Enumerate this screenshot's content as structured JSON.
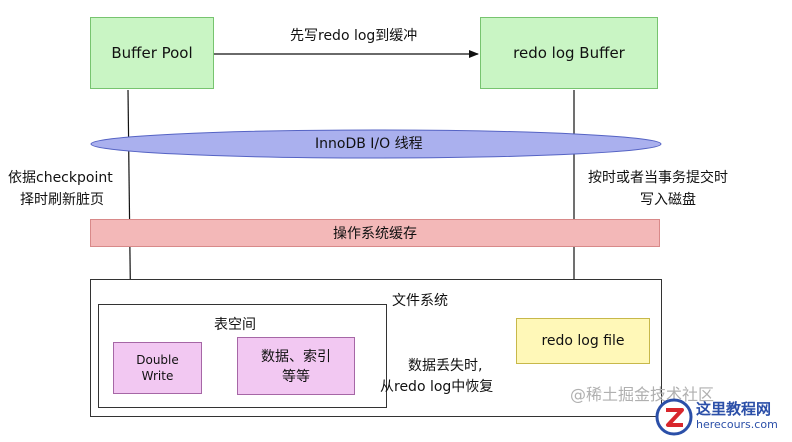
{
  "nodes": {
    "buffer_pool": "Buffer Pool",
    "redo_log_buffer": "redo log Buffer",
    "innodb_io": "InnoDB I/O 线程",
    "os_cache": "操作系统缓存",
    "file_system": "文件系统",
    "tablespace": "表空间",
    "double_write_1": "Double",
    "double_write_2": "Write",
    "data_index_1": "数据、索引",
    "data_index_2": "等等",
    "redo_log_file": "redo log file"
  },
  "edges": {
    "write_redo_first": "先写redo log到缓冲",
    "checkpoint_1": "依据checkpoint",
    "checkpoint_2": "择时刷新脏页",
    "commit_1": "按时或者当事务提交时",
    "commit_2": "写入磁盘",
    "recover_1": "数据丢失时,",
    "recover_2": "从redo log中恢复"
  },
  "watermarks": {
    "juejin": "@稀土掘金技术社区",
    "site_cn": "这里教程网",
    "site_en": "herecours.com"
  },
  "colors": {
    "green_box": "#c9f5c4",
    "ellipse": "#aab0ee",
    "os_cache_bar": "#f3b8b8",
    "double_write": "#f2c8f2",
    "redo_log_file": "#fff8b8"
  }
}
